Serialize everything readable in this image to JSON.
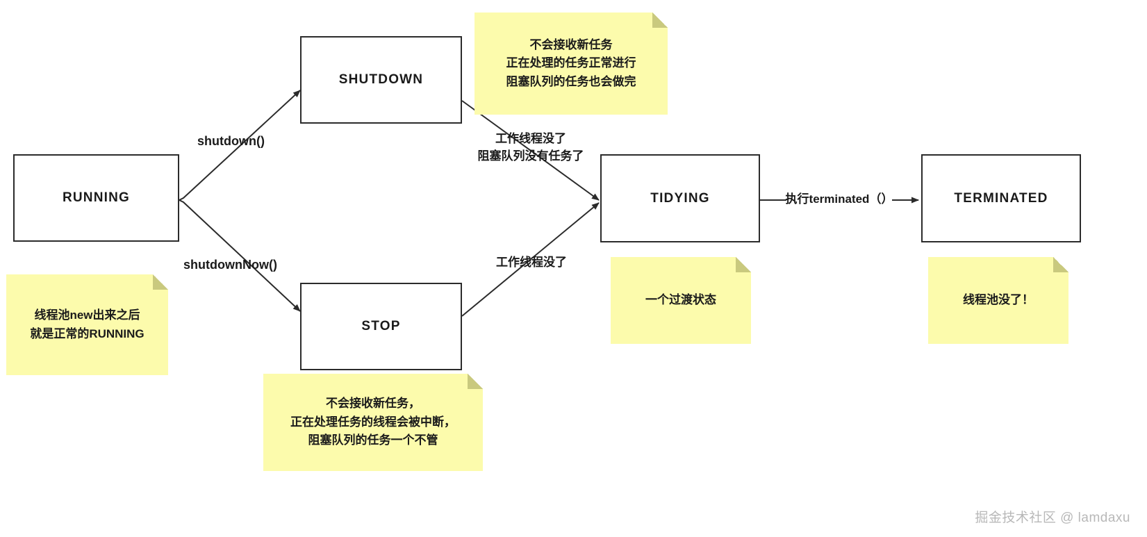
{
  "diagram": {
    "title": "Java ThreadPoolExecutor state transition diagram",
    "colors": {
      "note_fill": "#fcfbac",
      "note_fold": "#c9c97e",
      "stroke": "#2b2b2b",
      "text": "#1a1a1a",
      "watermark": "#b8b8b8",
      "background": "#ffffff"
    }
  },
  "states": [
    {
      "id": "running",
      "label": "RUNNING"
    },
    {
      "id": "shutdown",
      "label": "SHUTDOWN"
    },
    {
      "id": "stop",
      "label": "STOP"
    },
    {
      "id": "tidying",
      "label": "TIDYING"
    },
    {
      "id": "terminated",
      "label": "TERMINATED"
    }
  ],
  "edges": [
    {
      "id": "running-to-shutdown",
      "label": "shutdown()",
      "from": "running",
      "to": "shutdown"
    },
    {
      "id": "running-to-stop",
      "label": "shutdownNow()",
      "from": "running",
      "to": "stop"
    },
    {
      "id": "shutdown-to-tidying",
      "label": "工作线程没了\n阻塞队列没有任务了",
      "from": "shutdown",
      "to": "tidying"
    },
    {
      "id": "stop-to-tidying",
      "label": "工作线程没了",
      "from": "stop",
      "to": "tidying"
    },
    {
      "id": "tidying-to-terminated",
      "label": "执行terminated（）",
      "from": "tidying",
      "to": "terminated"
    }
  ],
  "notes": [
    {
      "id": "note-running",
      "text": "线程池new出来之后\n就是正常的RUNNING",
      "attached_to": "running"
    },
    {
      "id": "note-shutdown",
      "text": "不会接收新任务\n正在处理的任务正常进行\n阻塞队列的任务也会做完",
      "attached_to": "shutdown"
    },
    {
      "id": "note-stop",
      "text": "不会接收新任务，\n正在处理任务的线程会被中断，\n阻塞队列的任务一个不管",
      "attached_to": "stop"
    },
    {
      "id": "note-tidying",
      "text": "一个过渡状态",
      "attached_to": "tidying"
    },
    {
      "id": "note-terminated",
      "text": "线程池没了！",
      "attached_to": "terminated"
    }
  ],
  "watermark": {
    "text": "掘金技术社区 @ lamdaxu"
  }
}
